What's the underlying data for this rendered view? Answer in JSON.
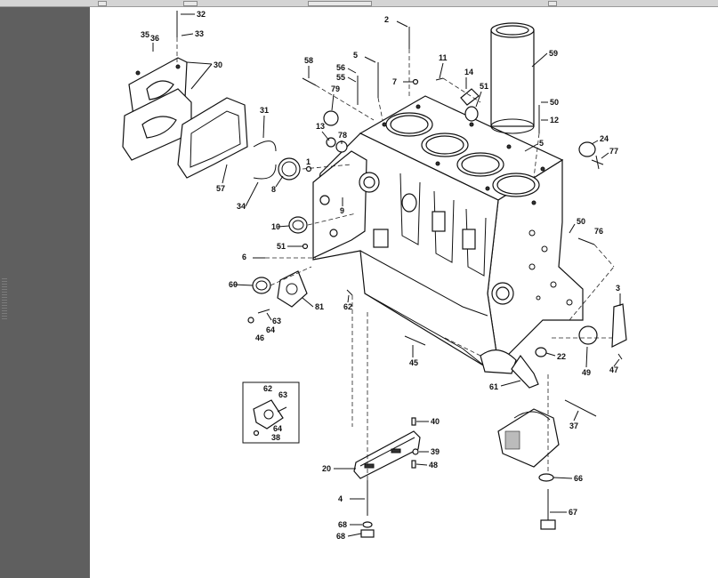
{
  "viewer": {
    "background": "#5f5f5f",
    "page_color": "#ffffff"
  },
  "diagram": {
    "callouts": [
      "32",
      "33",
      "35",
      "36",
      "30",
      "31",
      "34",
      "57",
      "2",
      "59",
      "58",
      "56",
      "55",
      "5",
      "79",
      "11",
      "7",
      "14",
      "51",
      "50",
      "12",
      "13",
      "78",
      "1",
      "5",
      "24",
      "77",
      "9",
      "8",
      "10",
      "51",
      "50",
      "76",
      "6",
      "60",
      "81",
      "62",
      "63",
      "64",
      "46",
      "3",
      "22",
      "49",
      "47",
      "45",
      "61",
      "62",
      "63",
      "64",
      "38",
      "40",
      "39",
      "48",
      "37",
      "20",
      "66",
      "4",
      "67",
      "68"
    ]
  }
}
